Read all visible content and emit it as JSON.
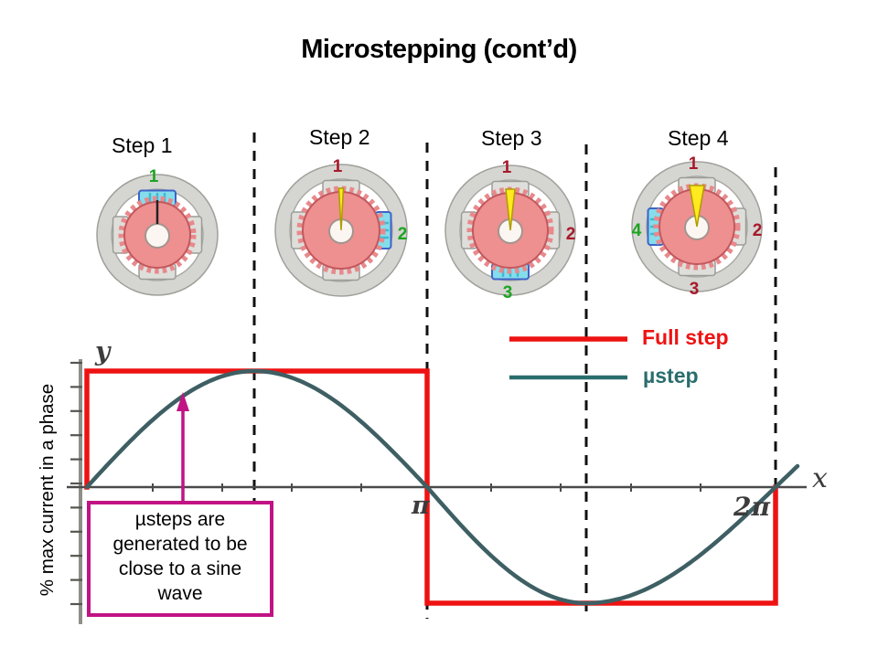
{
  "title": "Microstepping (cont’d)",
  "steps": [
    {
      "label": "Step 1"
    },
    {
      "label": "Step 2"
    },
    {
      "label": "Step 3"
    },
    {
      "label": "Step 4"
    }
  ],
  "motors": [
    {
      "name": "Step 1",
      "energized_coil": "top",
      "rotor_pointer": "black-mark",
      "coil_labels": [
        {
          "text": "1",
          "position": "top",
          "color": "green"
        }
      ]
    },
    {
      "name": "Step 2",
      "energized_coil": "right",
      "rotor_pointer": "yellow-needle-thin",
      "coil_labels": [
        {
          "text": "1",
          "position": "top",
          "color": "dark-red"
        },
        {
          "text": "2",
          "position": "right",
          "color": "green"
        }
      ]
    },
    {
      "name": "Step 3",
      "energized_coil": "bottom",
      "rotor_pointer": "yellow-needle-narrow",
      "coil_labels": [
        {
          "text": "1",
          "position": "top",
          "color": "dark-red"
        },
        {
          "text": "2",
          "position": "right",
          "color": "dark-red"
        },
        {
          "text": "3",
          "position": "bottom",
          "color": "green"
        }
      ]
    },
    {
      "name": "Step 4",
      "energized_coil": "left",
      "rotor_pointer": "yellow-needle-wide",
      "coil_labels": [
        {
          "text": "1",
          "position": "top",
          "color": "dark-red"
        },
        {
          "text": "2",
          "position": "right",
          "color": "dark-red"
        },
        {
          "text": "3",
          "position": "bottom",
          "color": "dark-red"
        },
        {
          "text": "4",
          "position": "left",
          "color": "green"
        }
      ]
    }
  ],
  "legend": [
    {
      "label": "Full step",
      "color": "#EE1212"
    },
    {
      "label": "µstep",
      "color": "#2B6D6D"
    }
  ],
  "annotation": {
    "text": "µsteps are generated to be close to a sine wave"
  },
  "chart_data": {
    "type": "line",
    "title": "",
    "xlabel": "x",
    "ylabel": "% max current in a phase",
    "y_axis_symbol": "y",
    "x_ticks": [
      "π",
      "2π"
    ],
    "x_tick_values_rad": [
      3.1416,
      6.2832
    ],
    "xlim_rad": [
      0,
      6.6
    ],
    "ylim_pct": [
      -100,
      100
    ],
    "grid": false,
    "legend_position": "upper right",
    "series": [
      {
        "name": "Full step",
        "shape": "square",
        "color": "#EE1212",
        "x_rad": [
          0,
          0,
          3.1416,
          3.1416,
          6.2832,
          6.2832
        ],
        "y_pct": [
          0,
          100,
          100,
          -100,
          -100,
          0
        ]
      },
      {
        "name": "µstep",
        "shape": "sine",
        "color": "#3E5F63",
        "amplitude_pct": 100,
        "period_rad": 6.2832,
        "x_range_rad": [
          0,
          6.48
        ],
        "y_formula": "100·sin(x)"
      }
    ]
  },
  "colors": {
    "full_step_red": "#EE1212",
    "microstep_teal": "#2B6D6D",
    "sine_curve": "#3E5F63",
    "annotation_magenta": "#C11384",
    "label_green": "#1CA521",
    "label_dark_red": "#A8192B",
    "rotor_pink": "#EE8F90",
    "coil_cyan": "#85DDEB",
    "stator_gray": "#D5D5D1"
  }
}
